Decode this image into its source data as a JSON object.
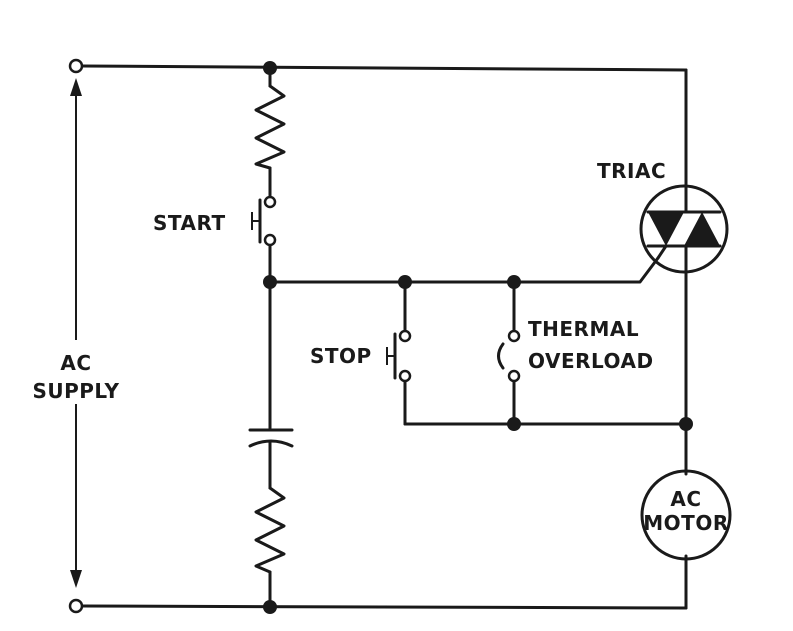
{
  "labels": {
    "triac": "TRIAC",
    "start": "START",
    "stop": "STOP",
    "thermal_line1": "THERMAL",
    "thermal_line2": "OVERLOAD",
    "ac_supply_line1": "AC",
    "ac_supply_line2": "SUPPLY",
    "motor_line1": "AC",
    "motor_line2": "MOTOR"
  },
  "colors": {
    "ink": "#1a1a1a",
    "background": "#ffffff"
  }
}
